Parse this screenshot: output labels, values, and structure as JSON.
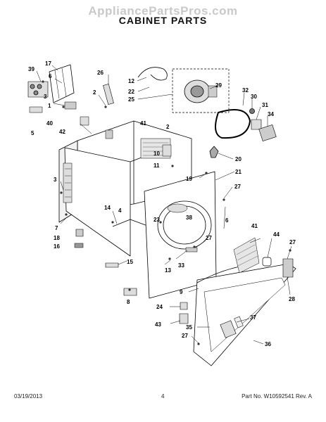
{
  "watermark": "AppliancePartsPros.com",
  "title": "CABINET PARTS",
  "callouts": {
    "c39": "39",
    "c17": "17",
    "c3a": "3",
    "c6a": "6",
    "c1": "1",
    "c40": "40",
    "c5": "5",
    "c26": "26",
    "c2a": "2",
    "c42": "42",
    "c12": "12",
    "c22": "22",
    "c25": "25",
    "c29": "29",
    "c32": "32",
    "c30": "30",
    "c31": "31",
    "c34": "34",
    "c41a": "41",
    "c2b": "2",
    "c10": "10",
    "c11": "11",
    "c20": "20",
    "c19": "19",
    "c21": "21",
    "c27a": "27",
    "c3b": "3",
    "c7": "7",
    "c18": "18",
    "c16": "16",
    "c14": "14",
    "c4": "4",
    "c23": "23",
    "c38": "38",
    "c6b": "6",
    "c27b": "27",
    "c13": "13",
    "c33": "33",
    "c15": "15",
    "c41b": "41",
    "c44": "44",
    "c27c": "27",
    "c28": "28",
    "c9": "9",
    "c24": "24",
    "c43": "43",
    "c35": "35",
    "c37": "37",
    "c27d": "27",
    "c8": "8",
    "c36": "36"
  },
  "footer": {
    "date": "03/19/2013",
    "page": "4",
    "part_no": "Part No. W10592541  Rev. A"
  }
}
